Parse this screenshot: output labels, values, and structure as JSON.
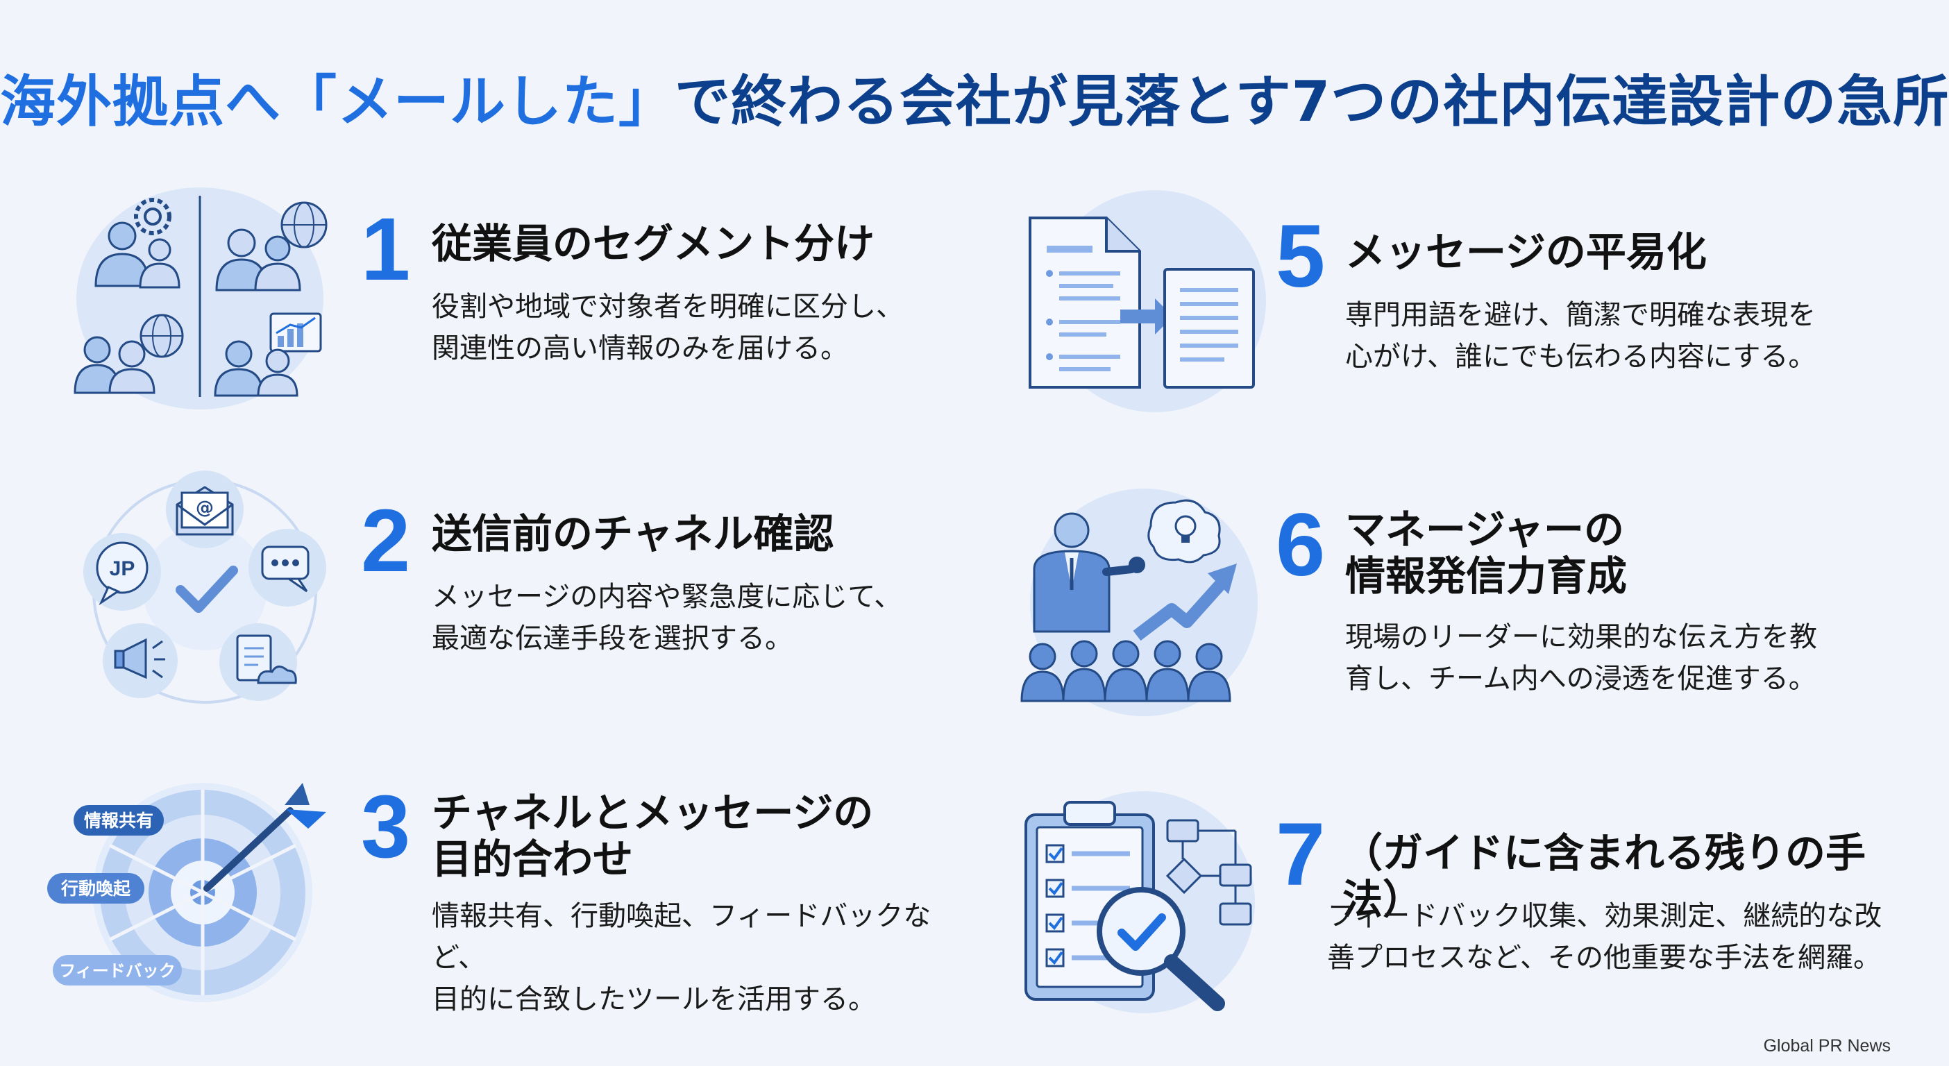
{
  "title": {
    "part1": "海外拠点へ「メールした」",
    "part2": "で終わる会社が見落とす7つの社内伝達設計の急所"
  },
  "items": [
    {
      "num": "1",
      "heading_l1": "従業員のセグメント分け",
      "heading_l2": "",
      "desc_l1": "役割や地域で対象者を明確に区分し、",
      "desc_l2": "関連性の高い情報のみを届ける。"
    },
    {
      "num": "2",
      "heading_l1": "送信前のチャネル確認",
      "heading_l2": "",
      "desc_l1": "メッセージの内容や緊急度に応じて、",
      "desc_l2": "最適な伝達手段を選択する。"
    },
    {
      "num": "3",
      "heading_l1": "チャネルとメッセージの",
      "heading_l2": "目的合わせ",
      "desc_l1": "情報共有、行動喚起、フィードバックなど、",
      "desc_l2": "目的に合致したツールを活用する。"
    },
    {
      "num": "5",
      "heading_l1": "メッセージの平易化",
      "heading_l2": "",
      "desc_l1": "専門用語を避け、簡潔で明確な表現を",
      "desc_l2": "心がけ、誰にでも伝わる内容にする。"
    },
    {
      "num": "6",
      "heading_l1": "マネージャーの",
      "heading_l2": "情報発信力育成",
      "desc_l1": "現場のリーダーに効果的な伝え方を教",
      "desc_l2": "育し、チーム内への浸透を促進する。"
    },
    {
      "num": "7",
      "heading_l1": "（ガイドに含まれる残りの手法）",
      "heading_l2": "",
      "desc_l1": "フィードバック収集、効果測定、継続的な改",
      "desc_l2": "善プロセスなど、その他重要な手法を網羅。"
    }
  ],
  "icon_labels": {
    "jp": "JP",
    "at": "@",
    "target_share": "情報共有",
    "target_action": "行動喚起",
    "target_feedback": "フィードバック"
  },
  "credit": "Global PR News",
  "colors": {
    "accent": "#1f6fe0",
    "title": "#0c3f8c",
    "icon_fill": "#a9c6ee",
    "icon_stroke": "#244b86",
    "background": "#f1f5fb"
  },
  "icons": [
    "people-groups-icon",
    "channel-ring-icon",
    "dart-target-icon",
    "document-convert-icon",
    "presenter-audience-icon",
    "checklist-magnifier-icon"
  ]
}
